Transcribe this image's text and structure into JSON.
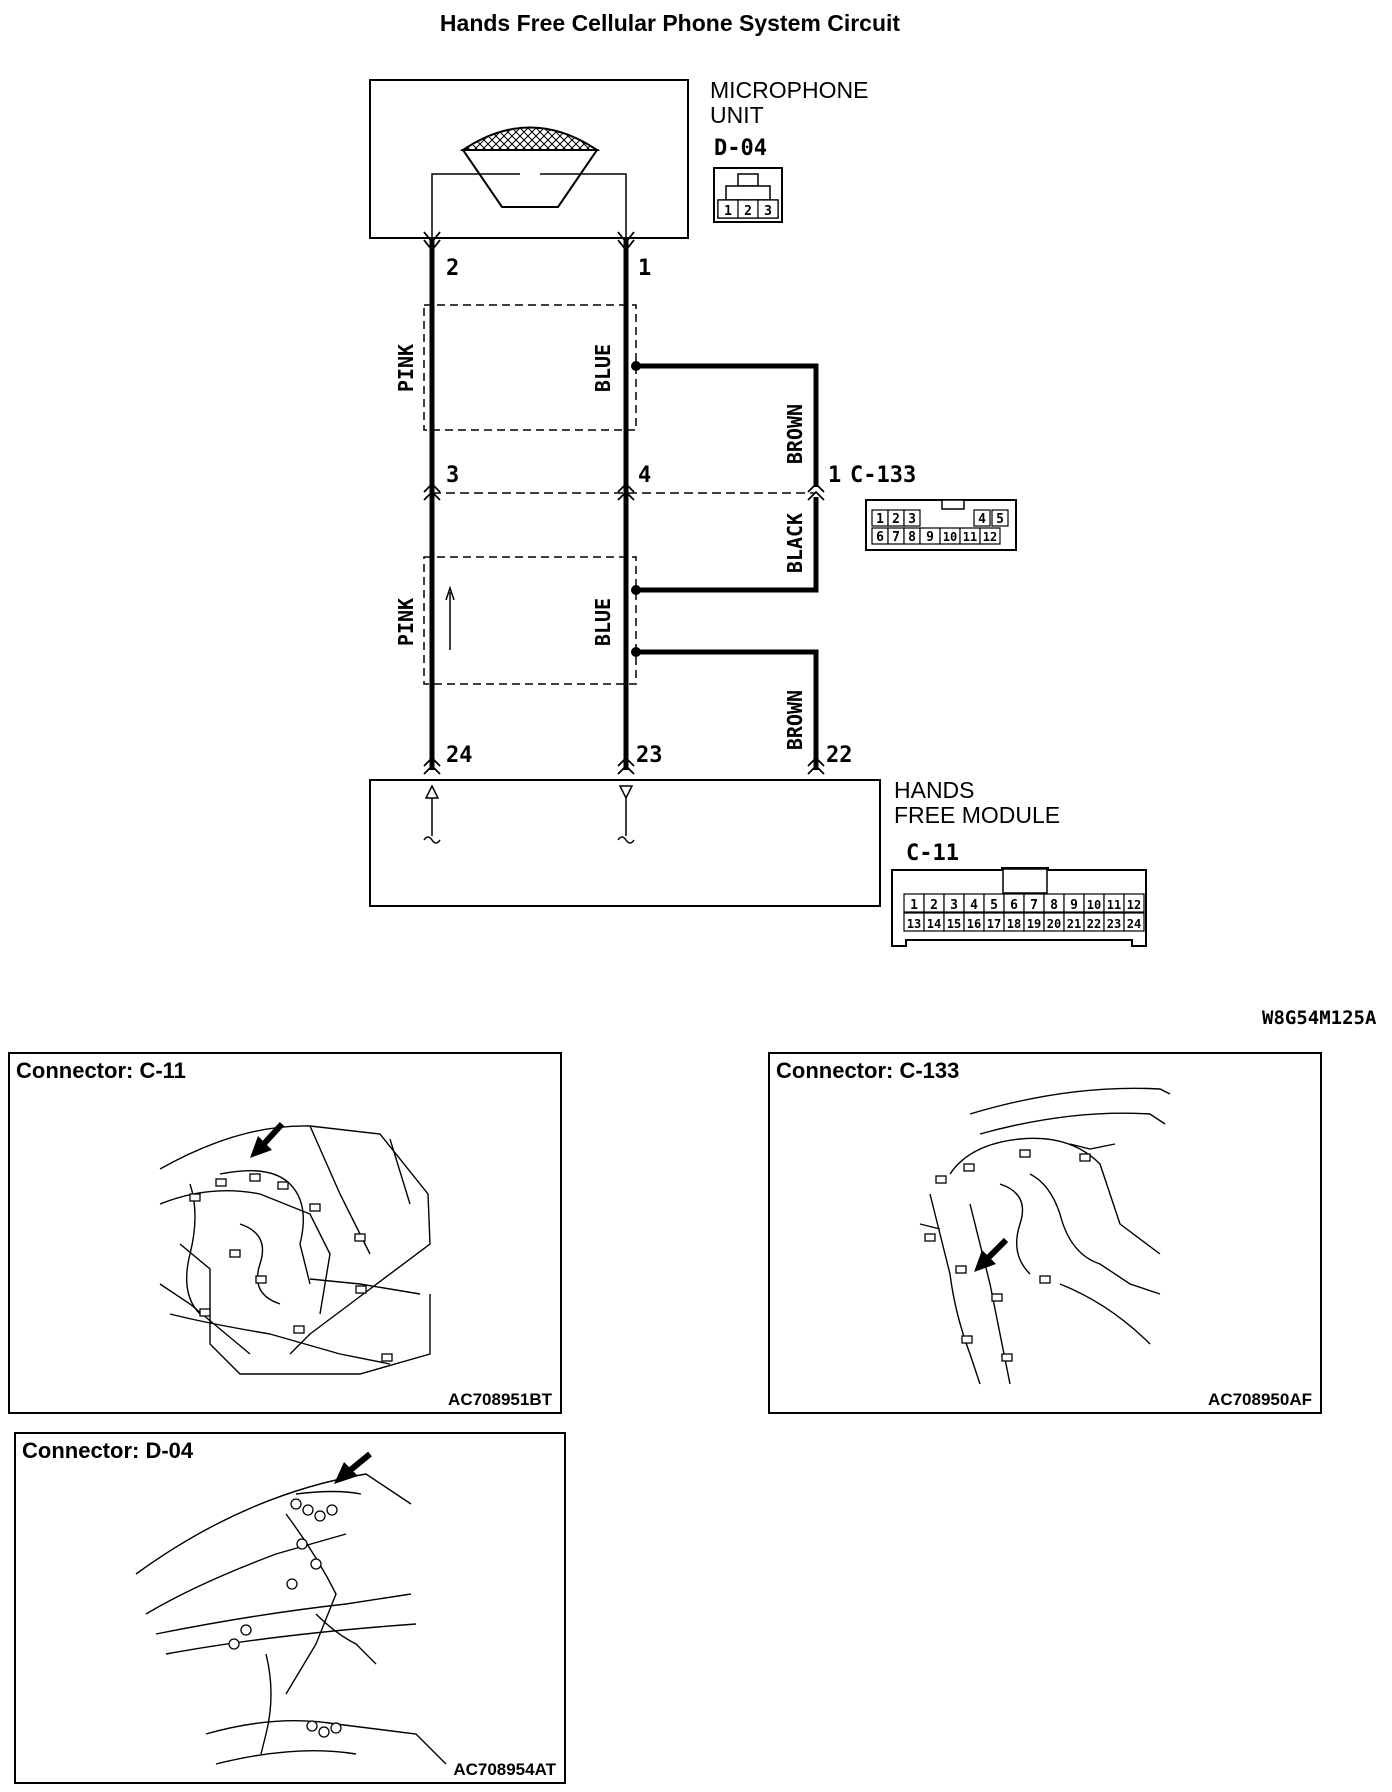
{
  "title": "Hands Free Cellular Phone System Circuit",
  "reference_code": "W8G54M125A",
  "microphone_unit": {
    "name_line1": "MICROPHONE",
    "name_line2": "UNIT",
    "connector_id": "D-04",
    "connector_pins": [
      "1",
      "2",
      "3"
    ]
  },
  "hands_free_module": {
    "name_line1": "HANDS",
    "name_line2": "FREE MODULE",
    "connector_id": "C-11",
    "connector_pins_row1": [
      "1",
      "2",
      "3",
      "4",
      "5",
      "6",
      "7",
      "8",
      "9",
      "10",
      "11",
      "12"
    ],
    "connector_pins_row2": [
      "13",
      "14",
      "15",
      "16",
      "17",
      "18",
      "19",
      "20",
      "21",
      "22",
      "23",
      "24"
    ]
  },
  "junction": {
    "connector_id": "C-133",
    "pin_label": "1",
    "connector_pins_row1": [
      "1",
      "2",
      "3",
      "4",
      "5"
    ],
    "connector_pins_row2": [
      "6",
      "7",
      "8",
      "9",
      "10",
      "11",
      "12"
    ]
  },
  "pins": {
    "mic_left": "2",
    "mic_right": "1",
    "mid_left": "3",
    "mid_right": "4",
    "mod_left": "24",
    "mod_mid": "23",
    "mod_right": "22"
  },
  "wires": {
    "upper_left": "PINK",
    "upper_mid": "BLUE",
    "upper_right": "BROWN",
    "lower_left": "PINK",
    "lower_mid": "BLUE",
    "lower_black": "BLACK",
    "lower_right": "BROWN"
  },
  "locator_panels": [
    {
      "title": "Connector: C-11",
      "code": "AC708951BT"
    },
    {
      "title": "Connector: C-133",
      "code": "AC708950AF"
    },
    {
      "title": "Connector: D-04",
      "code": "AC708954AT"
    }
  ]
}
